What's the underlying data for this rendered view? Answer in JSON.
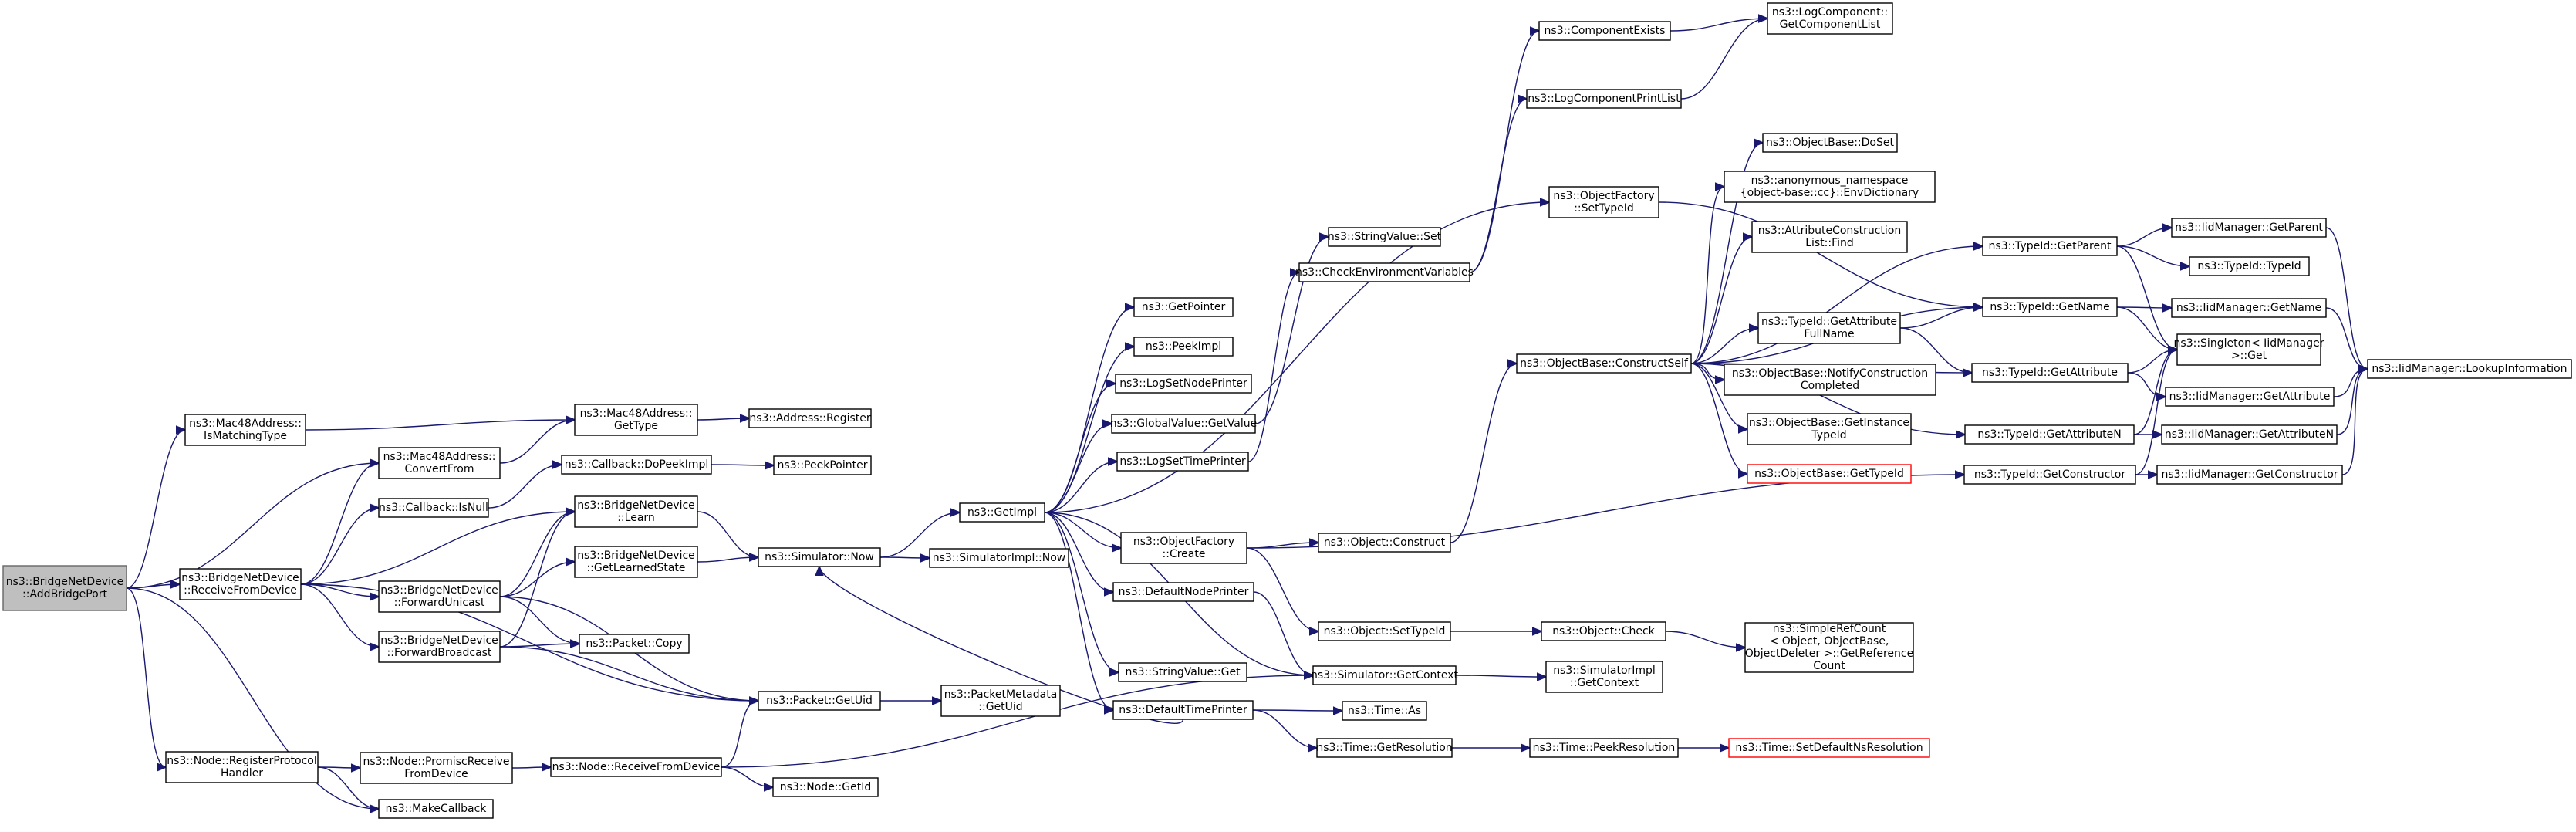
{
  "diagram": {
    "type": "call-graph",
    "edge_color": "#191970",
    "root_fill": "#bfbfbf",
    "missing_node_border": "#ff0000",
    "nodes": [
      {
        "id": "n0",
        "lines": [
          "ns3::BridgeNetDevice",
          "::AddBridgePort"
        ],
        "root": true
      },
      {
        "id": "n1",
        "lines": [
          "ns3::Mac48Address::",
          "IsMatchingType"
        ]
      },
      {
        "id": "n2",
        "lines": [
          "ns3::Mac48Address::",
          "ConvertFrom"
        ]
      },
      {
        "id": "n3",
        "lines": [
          "ns3::BridgeNetDevice",
          "::ReceiveFromDevice"
        ]
      },
      {
        "id": "n4",
        "lines": [
          "ns3::Node::RegisterProtocol",
          "Handler"
        ]
      },
      {
        "id": "n5",
        "lines": [
          "ns3::MakeCallback"
        ]
      },
      {
        "id": "n6",
        "lines": [
          "ns3::Mac48Address::",
          "GetType"
        ]
      },
      {
        "id": "n7",
        "lines": [
          "ns3::Address::Register"
        ]
      },
      {
        "id": "n8",
        "lines": [
          "ns3::Callback::IsNull"
        ]
      },
      {
        "id": "n9",
        "lines": [
          "ns3::Callback::DoPeekImpl"
        ]
      },
      {
        "id": "n10",
        "lines": [
          "ns3::PeekPointer"
        ]
      },
      {
        "id": "n11",
        "lines": [
          "ns3::BridgeNetDevice",
          "::Learn"
        ]
      },
      {
        "id": "n12",
        "lines": [
          "ns3::BridgeNetDevice",
          "::ForwardUnicast"
        ]
      },
      {
        "id": "n13",
        "lines": [
          "ns3::BridgeNetDevice",
          "::GetLearnedState"
        ]
      },
      {
        "id": "n14",
        "lines": [
          "ns3::BridgeNetDevice",
          "::ForwardBroadcast"
        ]
      },
      {
        "id": "n15",
        "lines": [
          "ns3::Packet::Copy"
        ]
      },
      {
        "id": "n16",
        "lines": [
          "ns3::Packet::GetUid"
        ]
      },
      {
        "id": "n17",
        "lines": [
          "ns3::PacketMetadata",
          "::GetUid"
        ]
      },
      {
        "id": "n18",
        "lines": [
          "ns3::Node::PromiscReceive",
          "FromDevice"
        ]
      },
      {
        "id": "n19",
        "lines": [
          "ns3::Node::ReceiveFromDevice"
        ]
      },
      {
        "id": "n20",
        "lines": [
          "ns3::Node::GetId"
        ]
      },
      {
        "id": "n21",
        "lines": [
          "ns3::Simulator::Now"
        ]
      },
      {
        "id": "n22",
        "lines": [
          "ns3::SimulatorImpl::Now"
        ]
      },
      {
        "id": "n23",
        "lines": [
          "ns3::GetImpl"
        ]
      },
      {
        "id": "n24",
        "lines": [
          "ns3::GetPointer"
        ]
      },
      {
        "id": "n25",
        "lines": [
          "ns3::PeekImpl"
        ]
      },
      {
        "id": "n26",
        "lines": [
          "ns3::LogSetNodePrinter"
        ]
      },
      {
        "id": "n27",
        "lines": [
          "ns3::GlobalValue::GetValue"
        ]
      },
      {
        "id": "n28",
        "lines": [
          "ns3::LogSetTimePrinter"
        ]
      },
      {
        "id": "n29",
        "lines": [
          "ns3::ObjectFactory",
          "::Create"
        ]
      },
      {
        "id": "n30",
        "lines": [
          "ns3::DefaultNodePrinter"
        ]
      },
      {
        "id": "n31",
        "lines": [
          "ns3::StringValue::Get"
        ]
      },
      {
        "id": "n32",
        "lines": [
          "ns3::DefaultTimePrinter"
        ]
      },
      {
        "id": "n33",
        "lines": [
          "ns3::StringValue::Set"
        ]
      },
      {
        "id": "n34",
        "lines": [
          "ns3::CheckEnvironmentVariables"
        ]
      },
      {
        "id": "n35",
        "lines": [
          "ns3::Object::Construct"
        ]
      },
      {
        "id": "n36",
        "lines": [
          "ns3::Object::SetTypeId"
        ]
      },
      {
        "id": "n37",
        "lines": [
          "ns3::Simulator::GetContext"
        ]
      },
      {
        "id": "n38",
        "lines": [
          "ns3::Time::As"
        ]
      },
      {
        "id": "n39",
        "lines": [
          "ns3::Time::GetResolution"
        ]
      },
      {
        "id": "n40",
        "lines": [
          "ns3::ComponentExists"
        ]
      },
      {
        "id": "n41",
        "lines": [
          "ns3::LogComponentPrintList"
        ]
      },
      {
        "id": "n42",
        "lines": [
          "ns3::ObjectFactory",
          "::SetTypeId"
        ]
      },
      {
        "id": "n43",
        "lines": [
          "ns3::ObjectBase::ConstructSelf"
        ]
      },
      {
        "id": "n44",
        "lines": [
          "ns3::Object::Check"
        ]
      },
      {
        "id": "n45",
        "lines": [
          "ns3::SimulatorImpl",
          "::GetContext"
        ]
      },
      {
        "id": "n46",
        "lines": [
          "ns3::Time::PeekResolution"
        ]
      },
      {
        "id": "n47",
        "lines": [
          "ns3::LogComponent::",
          "GetComponentList"
        ]
      },
      {
        "id": "n48",
        "lines": [
          "ns3::ObjectBase::DoSet"
        ]
      },
      {
        "id": "n49",
        "lines": [
          "ns3::anonymous_namespace",
          "{object-base::cc}::EnvDictionary"
        ]
      },
      {
        "id": "n50",
        "lines": [
          "ns3::AttributeConstruction",
          "List::Find"
        ]
      },
      {
        "id": "n51",
        "lines": [
          "ns3::TypeId::GetAttribute",
          "FullName"
        ]
      },
      {
        "id": "n52",
        "lines": [
          "ns3::ObjectBase::NotifyConstruction",
          "Completed"
        ]
      },
      {
        "id": "n53",
        "lines": [
          "ns3::ObjectBase::GetInstance",
          "TypeId"
        ]
      },
      {
        "id": "n54",
        "lines": [
          "ns3::ObjectBase::GetTypeId"
        ],
        "missing": true
      },
      {
        "id": "n55",
        "lines": [
          "ns3::SimpleRefCount",
          "< Object, ObjectBase,",
          "ObjectDeleter >::GetReference",
          "Count"
        ]
      },
      {
        "id": "n56",
        "lines": [
          "ns3::Time::SetDefaultNsResolution"
        ],
        "missing": true
      },
      {
        "id": "n57",
        "lines": [
          "ns3::TypeId::GetParent"
        ]
      },
      {
        "id": "n58",
        "lines": [
          "ns3::TypeId::GetName"
        ]
      },
      {
        "id": "n59",
        "lines": [
          "ns3::TypeId::GetAttribute"
        ]
      },
      {
        "id": "n60",
        "lines": [
          "ns3::TypeId::GetAttributeN"
        ]
      },
      {
        "id": "n61",
        "lines": [
          "ns3::TypeId::GetConstructor"
        ]
      },
      {
        "id": "n62",
        "lines": [
          "ns3::IidManager::GetParent"
        ]
      },
      {
        "id": "n63",
        "lines": [
          "ns3::TypeId::TypeId"
        ]
      },
      {
        "id": "n64",
        "lines": [
          "ns3::IidManager::GetName"
        ]
      },
      {
        "id": "n65",
        "lines": [
          "ns3::Singleton< IidManager",
          ">::Get"
        ]
      },
      {
        "id": "n66",
        "lines": [
          "ns3::IidManager::GetAttribute"
        ]
      },
      {
        "id": "n67",
        "lines": [
          "ns3::IidManager::GetAttributeN"
        ]
      },
      {
        "id": "n68",
        "lines": [
          "ns3::IidManager::GetConstructor"
        ]
      },
      {
        "id": "n69",
        "lines": [
          "ns3::IidManager::LookupInformation"
        ]
      }
    ],
    "edges": [
      [
        "n0",
        "n1"
      ],
      [
        "n0",
        "n2"
      ],
      [
        "n0",
        "n3"
      ],
      [
        "n0",
        "n4"
      ],
      [
        "n0",
        "n5"
      ],
      [
        "n1",
        "n6"
      ],
      [
        "n2",
        "n6"
      ],
      [
        "n6",
        "n7"
      ],
      [
        "n3",
        "n2"
      ],
      [
        "n3",
        "n8"
      ],
      [
        "n3",
        "n11"
      ],
      [
        "n3",
        "n12"
      ],
      [
        "n3",
        "n14"
      ],
      [
        "n3",
        "n16"
      ],
      [
        "n8",
        "n9"
      ],
      [
        "n9",
        "n10"
      ],
      [
        "n11",
        "n21"
      ],
      [
        "n12",
        "n11"
      ],
      [
        "n12",
        "n13"
      ],
      [
        "n12",
        "n15"
      ],
      [
        "n12",
        "n16"
      ],
      [
        "n13",
        "n21"
      ],
      [
        "n14",
        "n11"
      ],
      [
        "n14",
        "n15"
      ],
      [
        "n14",
        "n16"
      ],
      [
        "n16",
        "n17"
      ],
      [
        "n4",
        "n18"
      ],
      [
        "n4",
        "n5"
      ],
      [
        "n18",
        "n19"
      ],
      [
        "n19",
        "n16"
      ],
      [
        "n19",
        "n20"
      ],
      [
        "n19",
        "n37"
      ],
      [
        "n21",
        "n22"
      ],
      [
        "n21",
        "n23"
      ],
      [
        "n23",
        "n24"
      ],
      [
        "n23",
        "n25"
      ],
      [
        "n23",
        "n26"
      ],
      [
        "n23",
        "n27"
      ],
      [
        "n23",
        "n28"
      ],
      [
        "n23",
        "n29"
      ],
      [
        "n23",
        "n30"
      ],
      [
        "n23",
        "n31"
      ],
      [
        "n23",
        "n32"
      ],
      [
        "n23",
        "n37"
      ],
      [
        "n23",
        "n42"
      ],
      [
        "n27",
        "n33"
      ],
      [
        "n28",
        "n34"
      ],
      [
        "n29",
        "n35"
      ],
      [
        "n29",
        "n36"
      ],
      [
        "n29",
        "n61"
      ],
      [
        "n30",
        "n37"
      ],
      [
        "n32",
        "n21"
      ],
      [
        "n32",
        "n38"
      ],
      [
        "n32",
        "n39"
      ],
      [
        "n34",
        "n40"
      ],
      [
        "n34",
        "n41"
      ],
      [
        "n35",
        "n43"
      ],
      [
        "n36",
        "n44"
      ],
      [
        "n37",
        "n45"
      ],
      [
        "n39",
        "n46"
      ],
      [
        "n46",
        "n56"
      ],
      [
        "n40",
        "n47"
      ],
      [
        "n41",
        "n47"
      ],
      [
        "n42",
        "n58"
      ],
      [
        "n43",
        "n48"
      ],
      [
        "n43",
        "n49"
      ],
      [
        "n43",
        "n50"
      ],
      [
        "n43",
        "n51"
      ],
      [
        "n43",
        "n52"
      ],
      [
        "n43",
        "n53"
      ],
      [
        "n43",
        "n54"
      ],
      [
        "n43",
        "n57"
      ],
      [
        "n43",
        "n58"
      ],
      [
        "n43",
        "n59"
      ],
      [
        "n43",
        "n60"
      ],
      [
        "n44",
        "n55"
      ],
      [
        "n51",
        "n58"
      ],
      [
        "n51",
        "n59"
      ],
      [
        "n57",
        "n62"
      ],
      [
        "n57",
        "n63"
      ],
      [
        "n57",
        "n65"
      ],
      [
        "n58",
        "n64"
      ],
      [
        "n58",
        "n65"
      ],
      [
        "n59",
        "n65"
      ],
      [
        "n59",
        "n66"
      ],
      [
        "n60",
        "n65"
      ],
      [
        "n60",
        "n67"
      ],
      [
        "n61",
        "n65"
      ],
      [
        "n61",
        "n68"
      ],
      [
        "n62",
        "n69"
      ],
      [
        "n64",
        "n69"
      ],
      [
        "n66",
        "n69"
      ],
      [
        "n67",
        "n69"
      ],
      [
        "n68",
        "n69"
      ]
    ]
  }
}
